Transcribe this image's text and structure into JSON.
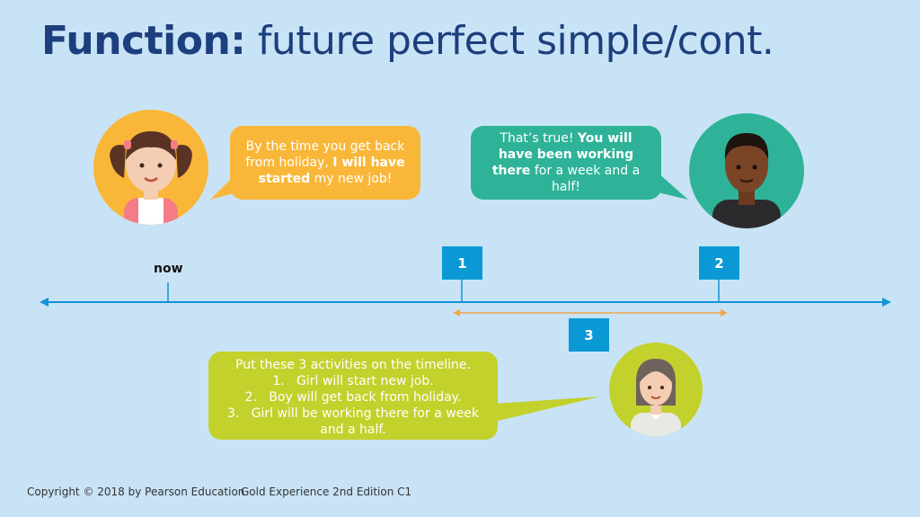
{
  "title": {
    "bold": "Function:",
    "rest": " future perfect simple/cont."
  },
  "girl_bubble": {
    "pre": "By the time you get back from holiday, ",
    "bold": "I will have started",
    "post": " my new job!"
  },
  "boy_bubble": {
    "pre": "That’s true! ",
    "bold": "You will have been working there",
    "post": " for a week and a half!"
  },
  "timeline": {
    "now_label": "now",
    "markers": [
      "1",
      "2",
      "3"
    ]
  },
  "teacher_bubble": {
    "intro": "Put these 3 activities on the timeline.",
    "items": [
      {
        "num": "1.",
        "text": "Girl will start new job."
      },
      {
        "num": "2.",
        "text": "Boy will get back from holiday."
      },
      {
        "num": "3.",
        "text": "Girl will be working there for a week and a half."
      }
    ]
  },
  "footer": {
    "copyright": "Copyright © 2018 by Pearson Education",
    "edition": "Gold Experience 2nd Edition C1"
  },
  "colors": {
    "background": "#c9e3f6",
    "title": "#1d3f7d",
    "orange": "#f9b73a",
    "teal": "#2eb398",
    "lime": "#c3d12c",
    "blue": "#0b99d6",
    "range": "#f0a64b"
  }
}
